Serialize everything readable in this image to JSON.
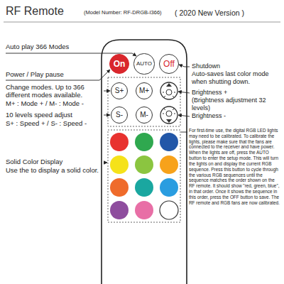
{
  "diagram": {
    "title": "RF Remote",
    "nodes": [
      {
        "text": [
          "On"
        ]
      },
      {
        "text": [
          "AUTO"
        ]
      },
      {
        "text": [
          "Off"
        ]
      },
      {
        "text": [
          "S+"
        ]
      },
      {
        "text": [
          "M+"
        ]
      },
      {
        "text": [
          "S-"
        ]
      },
      {
        "text": [
          "M-"
        ]
      }
    ],
    "labels": [
      "(Model Number: RF-DRGB-I366)",
      "( 2020 New Version )",
      "Auto play 366 Modes",
      "Power / Play pause",
      "Shutdown",
      "Auto-saves last color mode when shutting down.",
      "Change modes. Up to 366 different modes available.",
      "M+ : Mode + / M- : Mode -",
      "Brightness +",
      "(Brightness adjustment 32 levels)",
      "10 levels speed adjust",
      "S+ : Speed + / S- : Speed -",
      "Brightness -",
      "Solid Color Display",
      "Use the to display a solid color.",
      "For first-time use, the digital RGB LED lights may need to be calibrated. To calibrate the lights, please make sure that the fans are connected to the receiver and have power. When the lights are off, press the AUTO button to enter the setup mode. This will turn the lights on and display the current RGB sequence. Press this button to cycle through the various RGB sequences until the sequence matches the order shown on the RF remote. It should show \"red, green, blue\", in that order. Once it shows the sequence in this order, press the OFF button to save. The RF remote and RGB fans are now calibrated."
    ]
  }
}
